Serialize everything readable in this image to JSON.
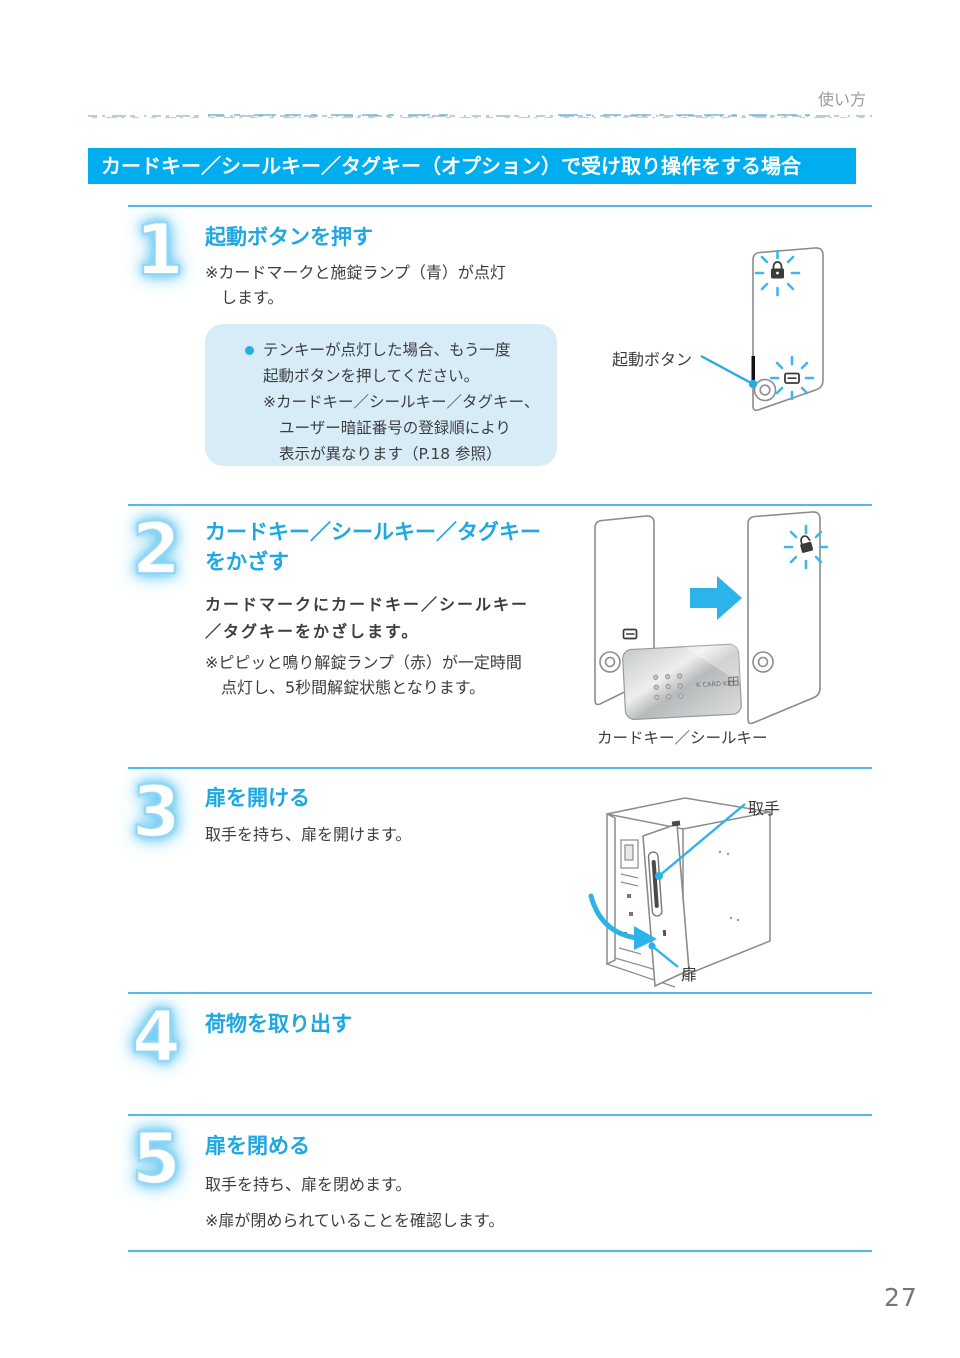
{
  "page": {
    "header_label": "使い方",
    "banner_title": "カードキー／シールキー／タグキー（オプション）で受け取り操作をする場合",
    "page_number": "27",
    "colors": {
      "banner_bg": "#00AEEF",
      "accent_blue": "#29ABE2",
      "divider_blue": "#4FB9E8",
      "info_box_bg": "#D8ECF8",
      "body_text": "#3D3D3D",
      "illustration_gray": "#8C8C8C"
    }
  },
  "steps": [
    {
      "number": "1",
      "title": "起動ボタンを押す",
      "note_lines": [
        "※カードマークと施錠ランプ（青）が点灯",
        "します。"
      ],
      "info_box": {
        "bullet_lines": [
          "テンキーが点灯した場合、もう一度",
          "起動ボタンを押してください。"
        ],
        "sub_lines": [
          "※カードキー／シールキー／タグキー、",
          "ユーザー暗証番号の登録順により",
          "表示が異なります（P.18 参照）"
        ]
      },
      "callout_button": "起動ボタン"
    },
    {
      "number": "2",
      "title_lines": [
        "カードキー／シールキー／タグキー",
        "をかざす"
      ],
      "body_lines": [
        "カードマークにカードキー／シールキー",
        "／タグキーをかざします。"
      ],
      "note_lines": [
        "※ピピッと鳴り解錠ランプ（赤）が一定時間",
        "点灯し、5秒間解錠状態となります。"
      ],
      "caption": "カードキー／シールキー",
      "card_label": "K CARD KEY"
    },
    {
      "number": "3",
      "title": "扉を開ける",
      "body": "取手を持ち、扉を開けます。",
      "callout_handle": "取手",
      "callout_door": "扉"
    },
    {
      "number": "4",
      "title": "荷物を取り出す"
    },
    {
      "number": "5",
      "title": "扉を閉める",
      "body": "取手を持ち、扉を閉めます。",
      "note": "※扉が閉められていることを確認します。"
    }
  ]
}
